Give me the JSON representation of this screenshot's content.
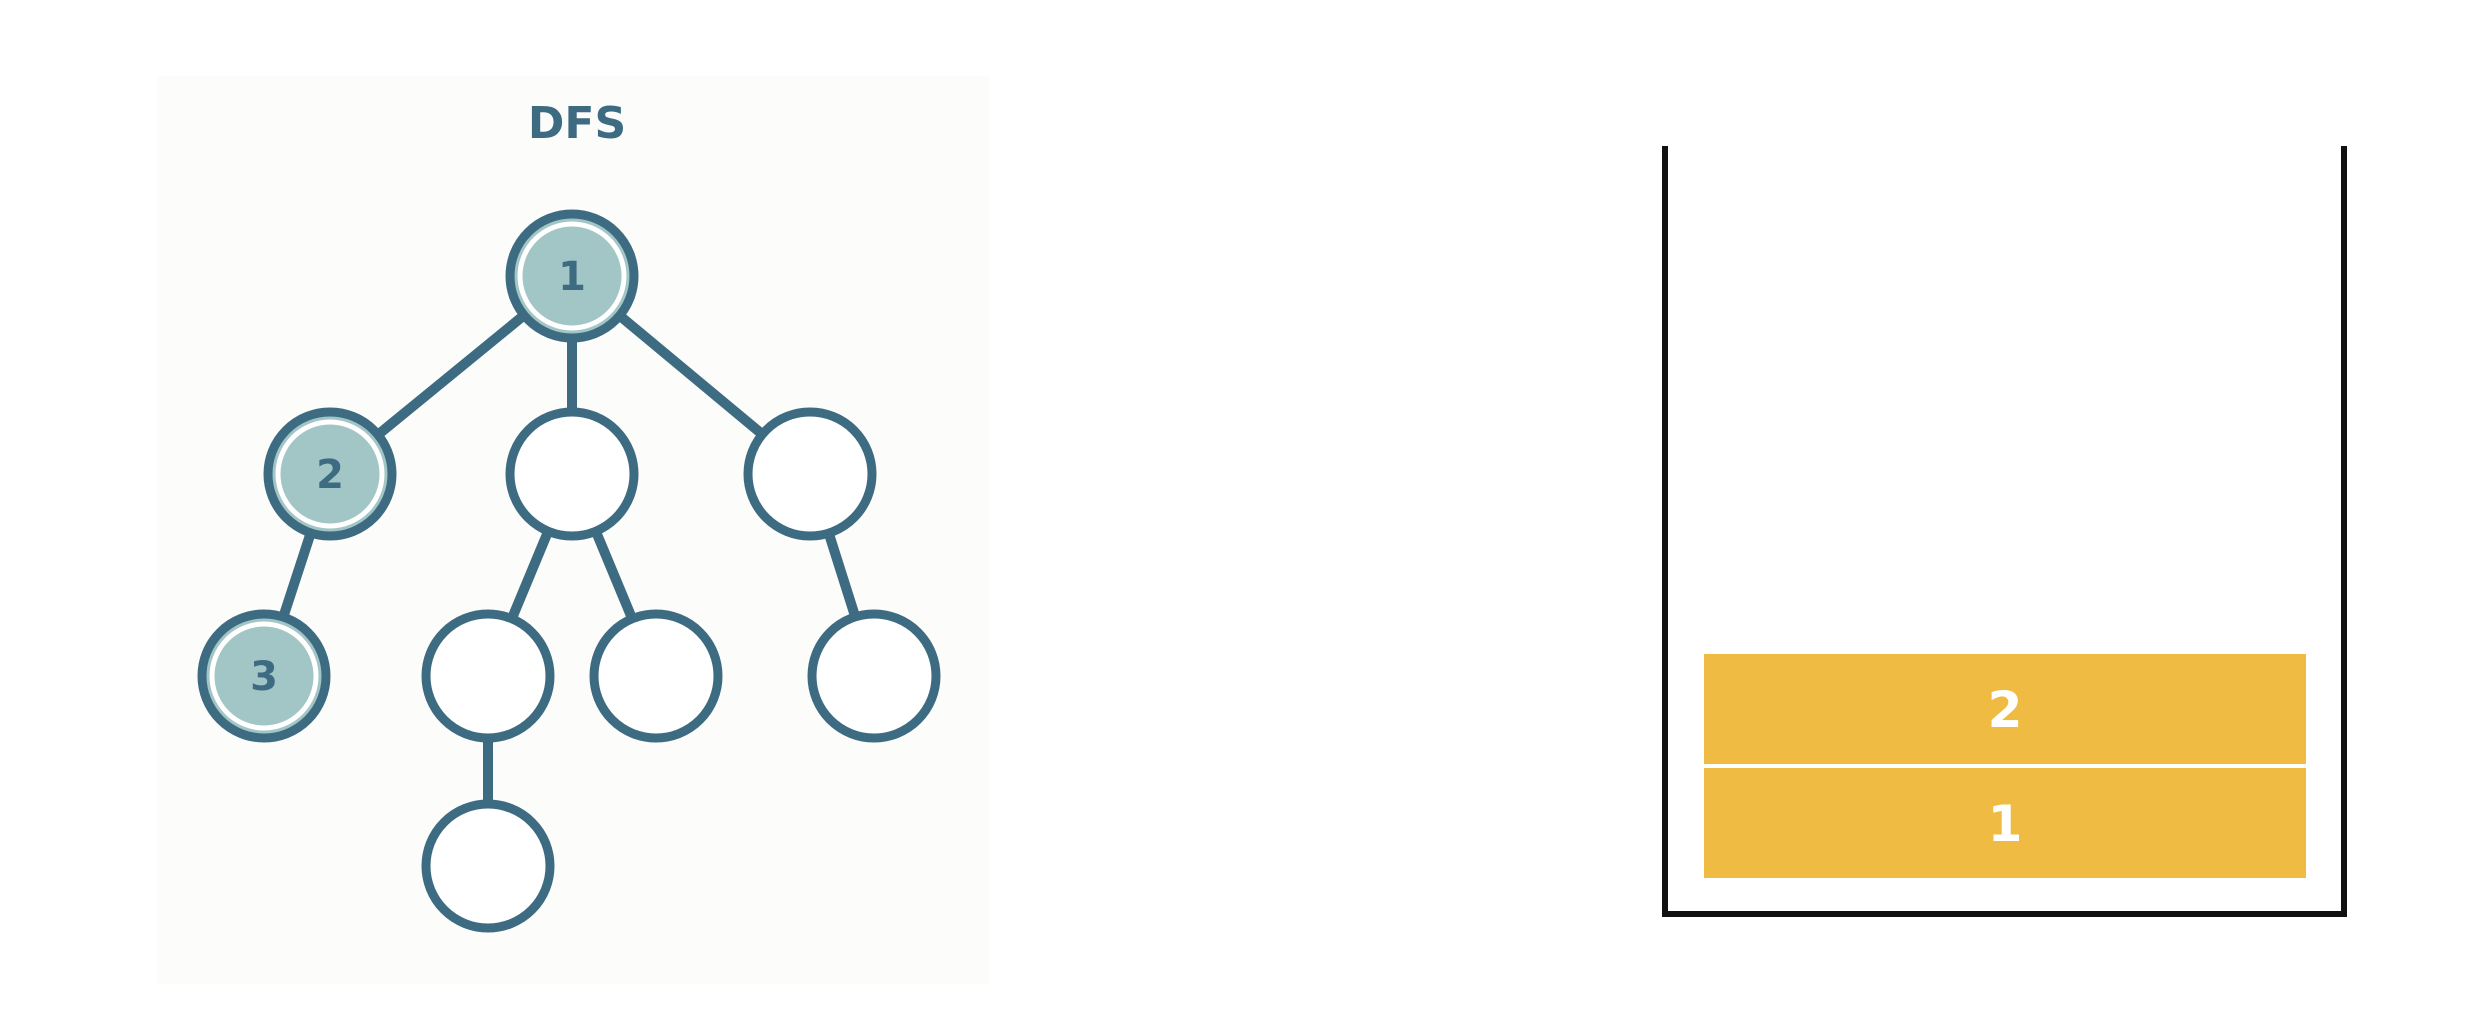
{
  "tree": {
    "title": "DFS",
    "nodes": [
      {
        "id": "n1",
        "label": "1",
        "visited": true
      },
      {
        "id": "n2",
        "label": "2",
        "visited": true
      },
      {
        "id": "n3",
        "label": "3",
        "visited": true
      },
      {
        "id": "n4",
        "label": "",
        "visited": false
      },
      {
        "id": "n5",
        "label": "",
        "visited": false
      },
      {
        "id": "n6",
        "label": "",
        "visited": false
      },
      {
        "id": "n7",
        "label": "",
        "visited": false
      },
      {
        "id": "n8",
        "label": "",
        "visited": false
      },
      {
        "id": "n9",
        "label": "",
        "visited": false
      }
    ],
    "edges": [
      [
        "n1",
        "n2"
      ],
      [
        "n1",
        "n4"
      ],
      [
        "n1",
        "n5"
      ],
      [
        "n2",
        "n3"
      ],
      [
        "n4",
        "n6"
      ],
      [
        "n4",
        "n7"
      ],
      [
        "n5",
        "n8"
      ],
      [
        "n6",
        "n9"
      ]
    ]
  },
  "stack": {
    "items_bottom_to_top": [
      "1",
      "2"
    ]
  },
  "colors": {
    "tree_stroke": "#3d6b82",
    "visited_fill": "#a2c6c6",
    "unvisited_fill": "#ffffff",
    "panel_bg": "#fcfcfa",
    "stack_item": "#f0bb42",
    "stack_text": "#ffffff",
    "stack_wall": "#111111"
  }
}
